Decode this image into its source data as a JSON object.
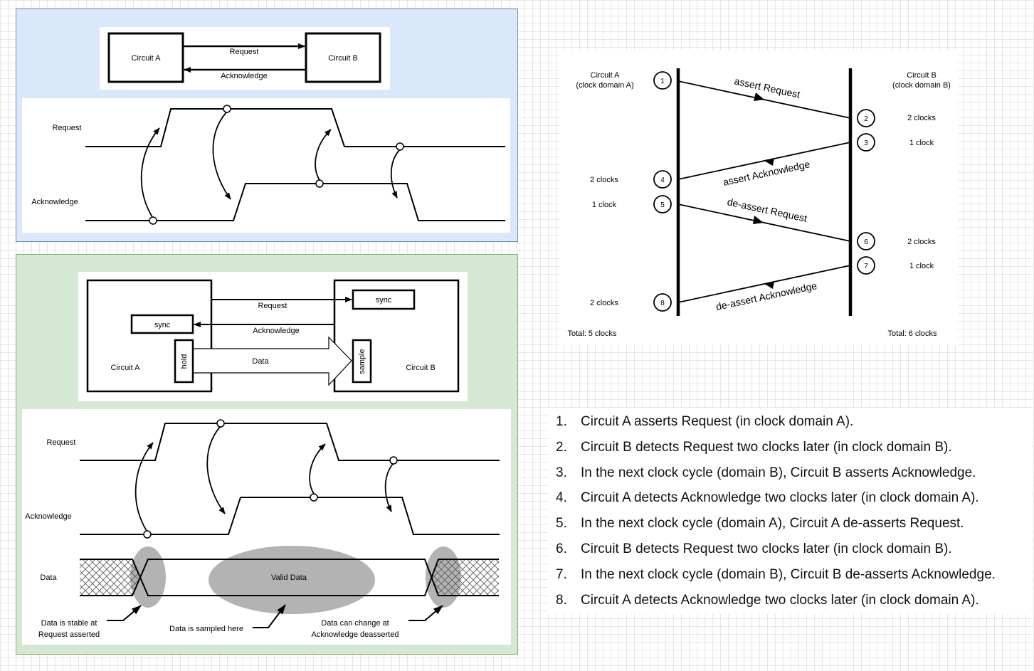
{
  "top_diagram": {
    "circuit_a": "Circuit A",
    "circuit_b": "Circuit B",
    "request": "Request",
    "acknowledge": "Acknowledge",
    "timing_request": "Request",
    "timing_acknowledge": "Acknowledge"
  },
  "bottom_diagram": {
    "sync_b": "sync",
    "sync_a": "sync",
    "request": "Request",
    "acknowledge": "Acknowledge",
    "data": "Data",
    "hold": "hold",
    "sample": "sample",
    "circuit_a": "Circuit A",
    "circuit_b": "Circuit B",
    "timing_request": "Request",
    "timing_acknowledge": "Acknowledge",
    "timing_data": "Data",
    "valid_data": "Valid Data",
    "note_stable_1": "Data is stable at",
    "note_stable_2": "Request asserted",
    "note_sampled": "Data is sampled here",
    "note_change_1": "Data can change at",
    "note_change_2": "Acknowledge deasserted"
  },
  "sequence": {
    "circuit_a_1": "Circuit A",
    "circuit_a_2": "(clock domain A)",
    "circuit_b_1": "Circuit B",
    "circuit_b_2": "(clock domain B)",
    "assert_request": "assert Request",
    "assert_acknowledge": "assert Acknowledge",
    "deassert_request": "de-assert Request",
    "deassert_acknowledge": "de-assert Acknowledge",
    "markers": [
      "1",
      "2",
      "3",
      "4",
      "5",
      "6",
      "7",
      "8"
    ],
    "a_clocks": [
      "2 clocks",
      "1 clock",
      "2 clocks"
    ],
    "b_clocks": [
      "2 clocks",
      "1 clock",
      "2 clocks",
      "1 clock"
    ],
    "total_a": "Total: 5 clocks",
    "total_b": "Total: 6 clocks"
  },
  "steps": [
    {
      "num": "1.",
      "text": "Circuit A asserts Request (in clock domain A)."
    },
    {
      "num": "2.",
      "text": "Circuit B detects Request two clocks later (in clock domain B)."
    },
    {
      "num": "3.",
      "text": "In the next clock cycle (domain B), Circuit B asserts Acknowledge."
    },
    {
      "num": "4.",
      "text": "Circuit A detects Acknowledge two clocks later (in clock domain A)."
    },
    {
      "num": "5.",
      "text": "In the next clock cycle (domain A), Circuit A de-asserts Request."
    },
    {
      "num": "6.",
      "text": "Circuit B detects Request two clocks later (in clock domain B)."
    },
    {
      "num": "7.",
      "text": "In the next clock cycle (domain B), Circuit B de-asserts Acknowledge."
    },
    {
      "num": "8.",
      "text": "Circuit A detects Acknowledge two clocks later (in clock domain A)."
    }
  ]
}
